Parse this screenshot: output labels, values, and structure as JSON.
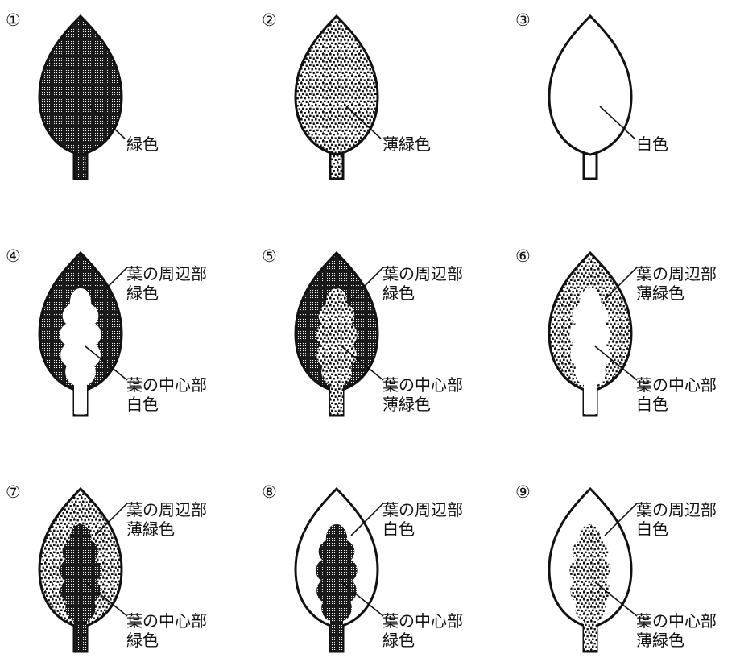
{
  "panels": [
    {
      "number": "①",
      "lines": [
        "緑色"
      ],
      "outer": "green",
      "inner": null
    },
    {
      "number": "②",
      "lines": [
        "薄緑色"
      ],
      "outer": "light",
      "inner": null
    },
    {
      "number": "③",
      "lines": [
        "白色"
      ],
      "outer": "white",
      "inner": null
    },
    {
      "number": "④",
      "lines": [
        "葉の周辺部",
        "緑色"
      ],
      "lines2": [
        "葉の中心部",
        "白色"
      ],
      "outer": "green",
      "inner": "white"
    },
    {
      "number": "⑤",
      "lines": [
        "葉の周辺部",
        "緑色"
      ],
      "lines2": [
        "葉の中心部",
        "薄緑色"
      ],
      "outer": "green",
      "inner": "light"
    },
    {
      "number": "⑥",
      "lines": [
        "葉の周辺部",
        "薄緑色"
      ],
      "lines2": [
        "葉の中心部",
        "白色"
      ],
      "outer": "light",
      "inner": "white"
    },
    {
      "number": "⑦",
      "lines": [
        "葉の周辺部",
        "薄緑色"
      ],
      "lines2": [
        "葉の中心部",
        "緑色"
      ],
      "outer": "light",
      "inner": "green"
    },
    {
      "number": "⑧",
      "lines": [
        "葉の周辺部",
        "白色"
      ],
      "lines2": [
        "葉の中心部",
        "緑色"
      ],
      "outer": "white",
      "inner": "green"
    },
    {
      "number": "⑨",
      "lines": [
        "葉の周辺部",
        "白色"
      ],
      "lines2": [
        "葉の中心部",
        "薄緑色"
      ],
      "outer": "white",
      "inner": "light"
    }
  ],
  "fill_colors": {
    "green": "#1e1e1e",
    "light": "#b5b5b5",
    "white": "#ffffff",
    "outline": "#111111"
  }
}
